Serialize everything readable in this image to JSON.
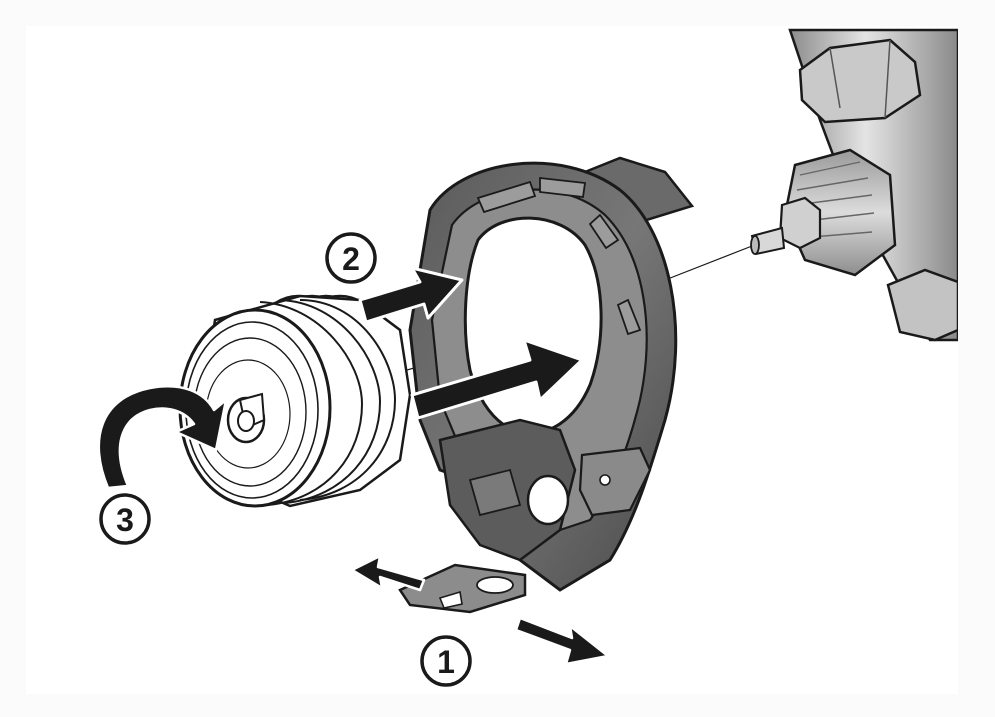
{
  "steps": [
    {
      "number": "1"
    },
    {
      "number": "2"
    },
    {
      "number": "3"
    }
  ],
  "colors": {
    "ink": "#1a1a1a",
    "adapter_dark": "#4b4b4b",
    "adapter_mid": "#7a7a7a",
    "adapter_light": "#a9a9a9",
    "metal": "#b8b8b8",
    "white": "#ffffff"
  }
}
